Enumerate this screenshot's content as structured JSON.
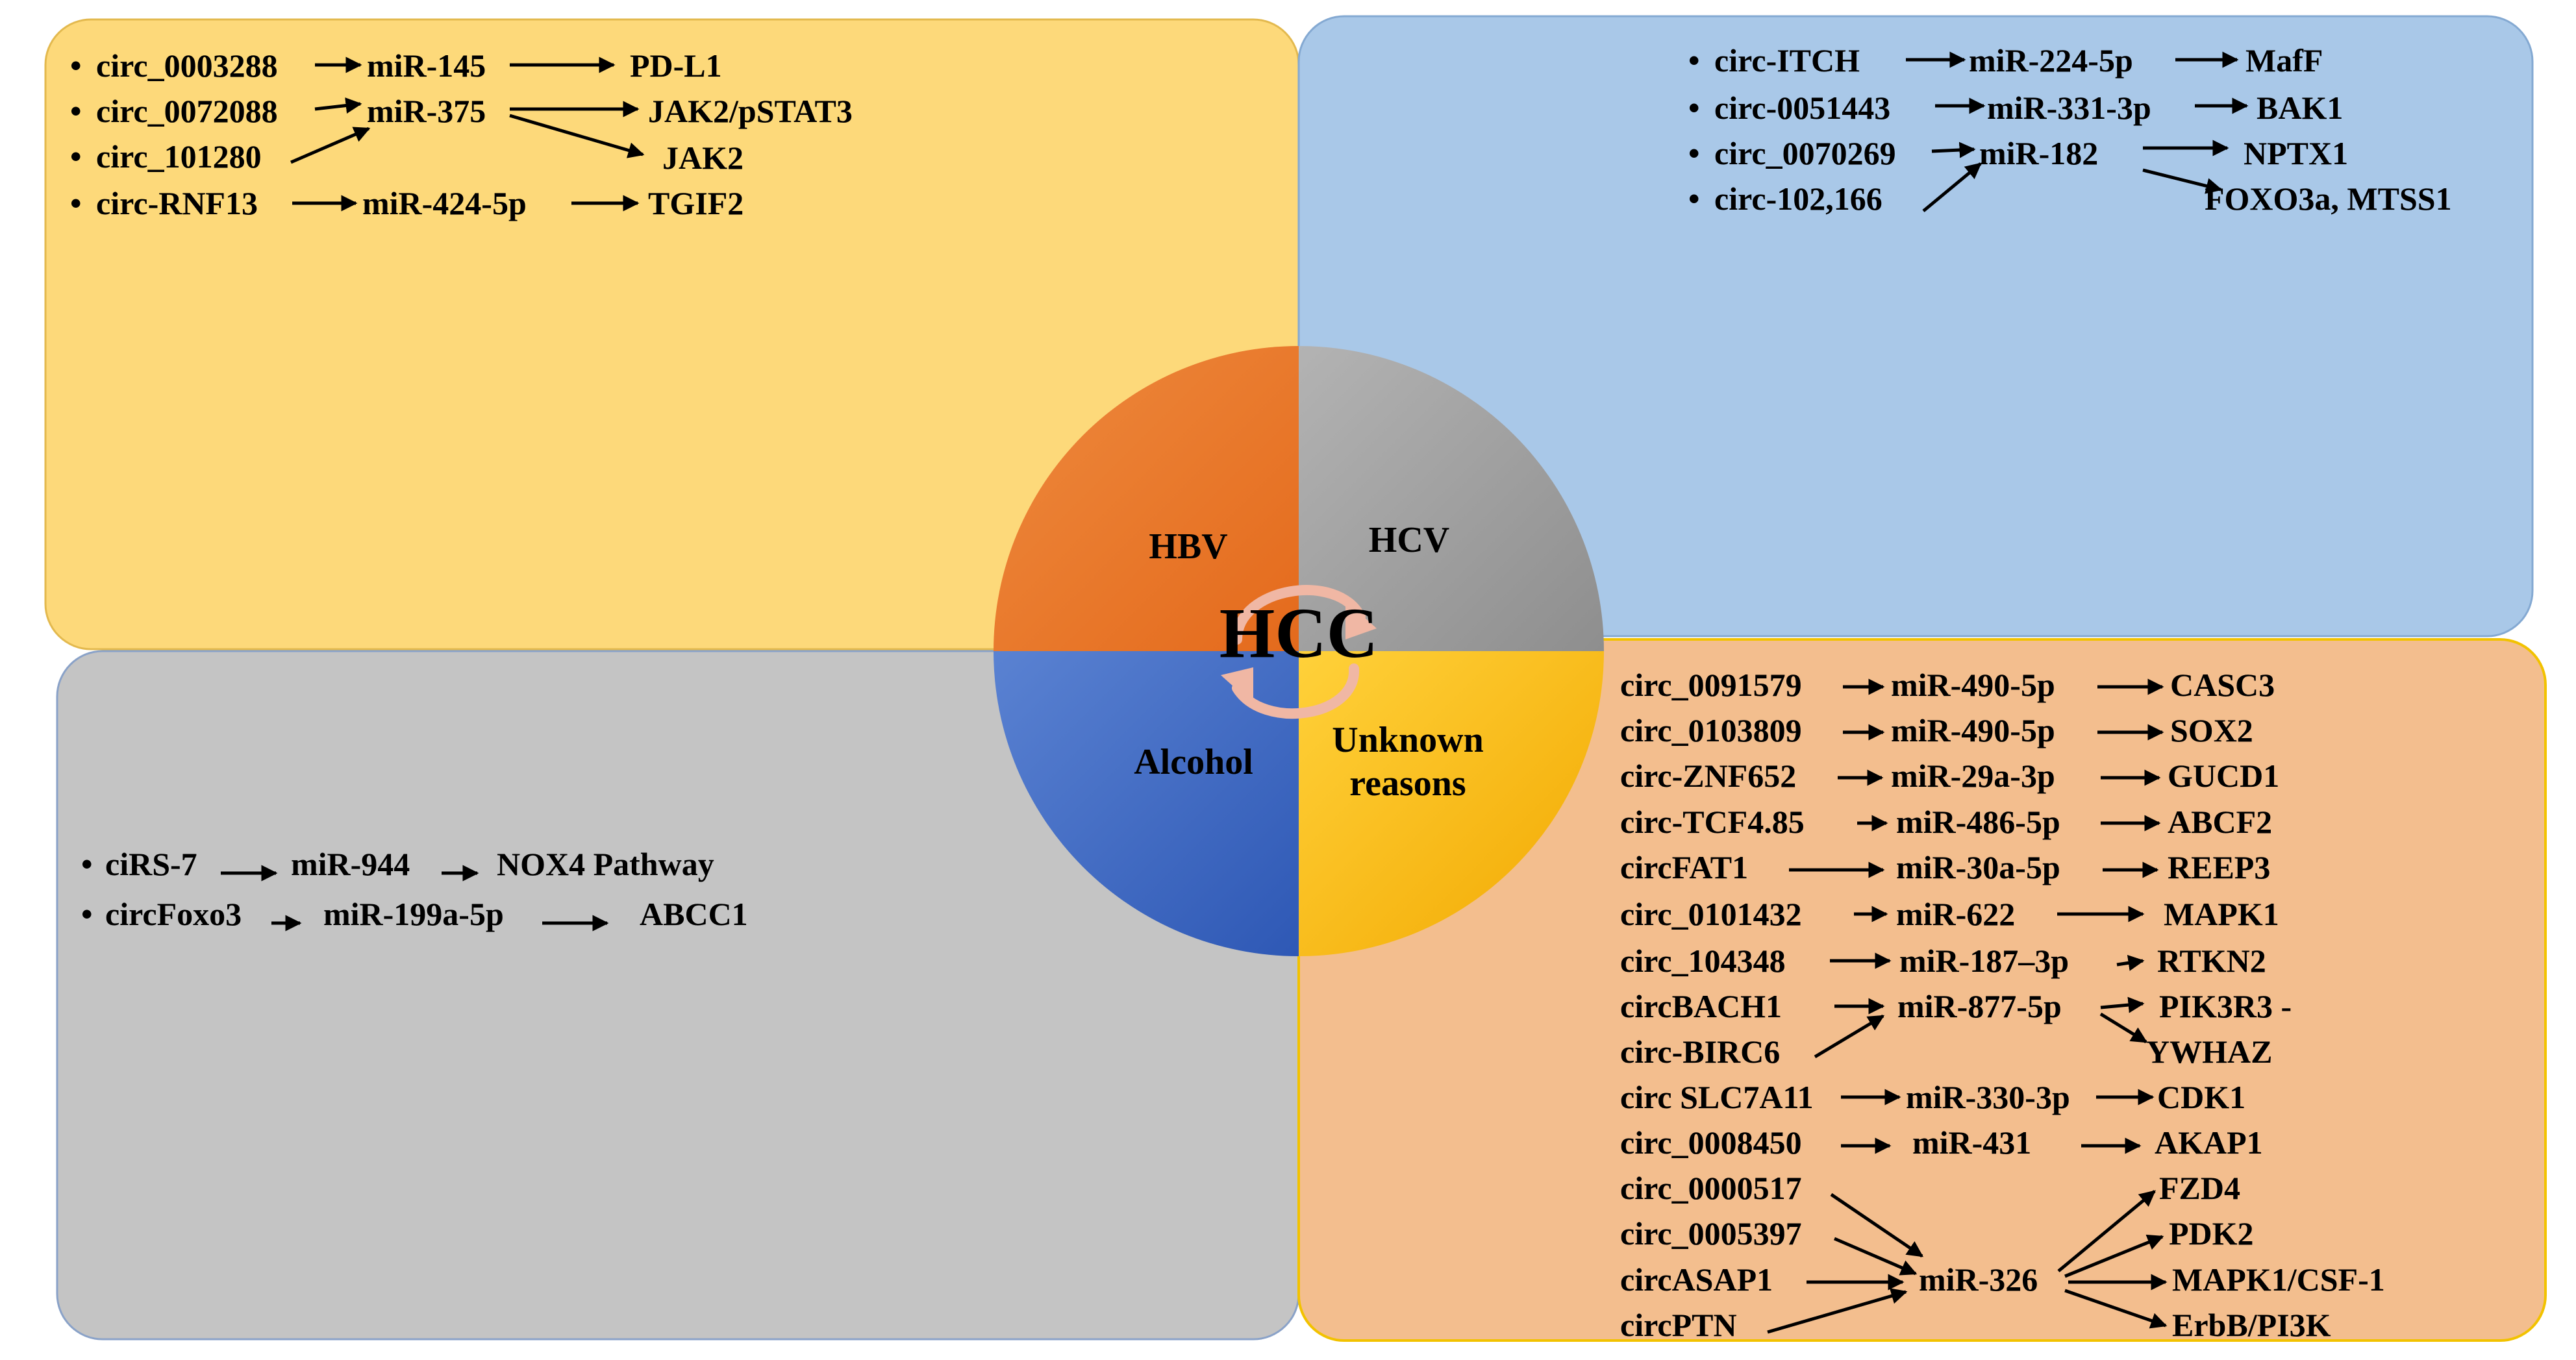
{
  "center": {
    "title": "HCC",
    "hbv": "HBV",
    "hcv": "HCV",
    "alcohol": "Alcohol",
    "unknown_line1": "Unknown",
    "unknown_line2": "reasons"
  },
  "bullet": "•",
  "hbv_panel": {
    "lines": [
      [
        "circ_0003288",
        "miR-145",
        "PD-L1"
      ],
      [
        "circ_0072088",
        "miR-375",
        "JAK2/pSTAT3"
      ],
      [
        "circ_101280",
        "JAK2"
      ],
      [
        "circ-RNF13",
        "miR-424-5p",
        "TGIF2"
      ]
    ]
  },
  "hcv_panel": {
    "lines": [
      [
        "circ-ITCH",
        "miR-224-5p",
        "MafF"
      ],
      [
        "circ-0051443",
        "miR-331-3p",
        "BAK1"
      ],
      [
        "circ_0070269",
        "miR-182",
        "NPTX1"
      ],
      [
        "circ-102,166",
        "FOXO3a, MTSS1"
      ]
    ]
  },
  "alcohol_panel": {
    "lines": [
      [
        "ciRS-7",
        "miR-944",
        "NOX4 Pathway"
      ],
      [
        "circFoxo3",
        "miR-199a-5p",
        "ABCC1"
      ]
    ]
  },
  "unknown_panel": {
    "rows": [
      [
        "circ_0091579",
        "miR-490-5p",
        "CASC3"
      ],
      [
        "circ_0103809",
        "miR-490-5p",
        "SOX2"
      ],
      [
        "circ-ZNF652",
        "miR-29a-3p",
        "GUCD1"
      ],
      [
        "circ-TCF4.85",
        "miR-486-5p",
        "ABCF2"
      ],
      [
        "circFAT1",
        "miR-30a-5p",
        "REEP3"
      ],
      [
        "circ_0101432",
        "miR-622",
        "MAPK1"
      ],
      [
        "circ_104348",
        "miR-187–3p",
        "RTKN2"
      ],
      [
        "circBACH1",
        "miR-877-5p",
        "PIK3R3 -"
      ],
      [
        "circ-BIRC6",
        "YWHAZ"
      ],
      [
        "circ SLC7A11",
        "miR-330-3p",
        "CDK1"
      ],
      [
        "circ_0008450",
        "miR-431",
        "AKAP1"
      ],
      [
        "circ_0000517",
        "FZD4"
      ],
      [
        "circ_0005397",
        "PDK2"
      ],
      [
        "circASAP1",
        "miR-326",
        "MAPK1/CSF-1"
      ],
      [
        "circPTN",
        "ErbB/PI3K"
      ]
    ]
  },
  "colors": {
    "hbv_panel": "#FDD97A",
    "hcv_panel": "#A9C8E8",
    "alcohol_panel": "#C4C4C4",
    "unknown_panel": "#F3BE8E",
    "hbv_wedge": "#E97B2C",
    "hcv_wedge": "#A6A6A6",
    "alcohol_wedge": "#3E68C2",
    "unknown_wedge": "#F6BF1E",
    "swirl": "#F0B7A4"
  }
}
